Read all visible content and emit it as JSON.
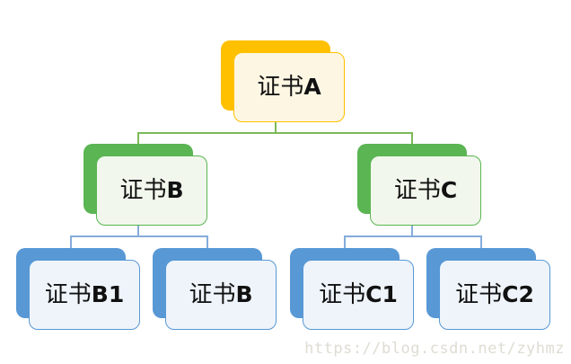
{
  "diagram": {
    "type": "hierarchy-tree",
    "nodes": [
      {
        "zh": "证书",
        "code": "A",
        "level": 1,
        "color": "#FFC000"
      },
      {
        "zh": "证书",
        "code": "B",
        "level": 2,
        "color": "#5AB552"
      },
      {
        "zh": "证书",
        "code": "C",
        "level": 2,
        "color": "#5AB552"
      },
      {
        "zh": "证书",
        "code": "B1",
        "level": 3,
        "color": "#5898D5"
      },
      {
        "zh": "证书",
        "code": "B",
        "level": 3,
        "color": "#5898D5"
      },
      {
        "zh": "证书",
        "code": "C1",
        "level": 3,
        "color": "#5898D5"
      },
      {
        "zh": "证书",
        "code": "C2",
        "level": 3,
        "color": "#5898D5"
      }
    ],
    "edges": [
      {
        "parent": 0,
        "child": 1
      },
      {
        "parent": 0,
        "child": 2
      },
      {
        "parent": 1,
        "child": 3
      },
      {
        "parent": 1,
        "child": 4
      },
      {
        "parent": 2,
        "child": 5
      },
      {
        "parent": 2,
        "child": 6
      }
    ]
  },
  "watermark": {
    "text": "https://blog.csdn.net/zyhmz"
  },
  "colors": {
    "yellow": "#FFC000",
    "yellow-bg": "#FDF6E3",
    "green": "#5AB552",
    "green-bg": "#F1F7EC",
    "blue": "#5898D5",
    "blue-bg": "#EEF4FA",
    "line-green": "#7CBA59",
    "line-blue": "#85ACDB",
    "text": "#111111",
    "watermark": "#DEDCD2"
  }
}
